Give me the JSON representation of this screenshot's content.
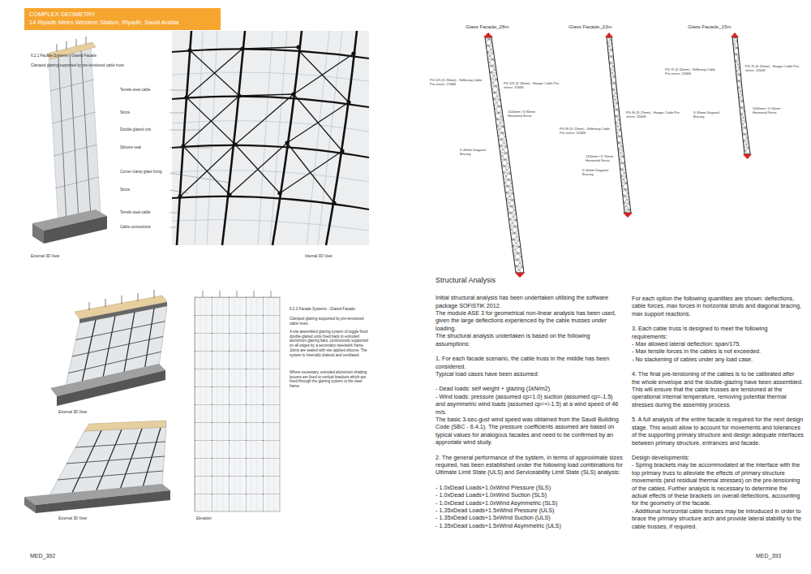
{
  "diagram": {
    "nodes": [
      {
        "text": [
          "COMPLEX GEOMETRY",
          "14 Riyadh Metro Western Station, Riyadh, Saudi Arabia"
        ]
      }
    ],
    "labels": [
      "6.2.1 Facade Systems - Glazed Facade",
      "Clamped glazing supported by pre-tensioned cable truss",
      "Tensile steel cable",
      "Struts",
      "Double glazed unit",
      "Silicone seal",
      "Corner clamp glass fixing",
      "Struts",
      "Tensile steel cable",
      "Cable connections",
      "External 3D View",
      "Internal 3D View",
      "6.2.2 Facade Systems - Glazed Facade",
      "Clamped glazing supported by pre-tensioned cable truss.",
      "A site assembled glazing system of toggle fixed double glazed units fixed back to extruded aluminium glazing bars, continuously supported on all edges by a secondary steelwork frame. Joints are sealed with site applied silicone. The system is internally drained and ventilated.",
      "Where necessary, extruded aluminium shading louvers are fixed to vertical brackets which are fixed through the glazing system to the steel frame.",
      "External 3D View",
      "External 3D View",
      "Elevation",
      "Glass Facade_28m",
      "Glass Facade_23m",
      "Glass Facade_15m",
      "PG 125 (D 26mm) - Stiffening Cable Pre-stress: 274kN",
      "PG 125 (D 26mm) - Hanger Cable Pre-stress: 274kN",
      "1500mm / D 80mm Horizontal Struts",
      "D 40mm Diagonal Bracing",
      "PG 90 (D 22mm) - Hanger Cable Pre-stress: 220kN",
      "PG 90 (D 22mm) - Stiffening Cable Pre-stress: 220kN",
      "1200mm / D 70mm Horizontal Struts",
      "D 40mm Diagonal Bracing",
      "PG 75 (D 20mm) - Stiffening Cable Pre-stress: 120kN",
      "PG 75 (D 20mm) - Hanger Cable Pre-stress: 120kN",
      "D 30mm Diagonal Bracing",
      "1000mm / D 50mm Horizontal Struts",
      "Structural Analysis",
      "Initial structural analysis has been undertaken utilising the software package SOFiSTiK 2012.",
      "The module ASE 3 for geometrical non-linear analysis has been used, given the large deflections experienced by the cable trusses under loading.",
      "The structural analysis undertaken is based on the following assumptions:",
      "1. For each facade scenario, the cable truss in the middle has been considered.",
      "Typical load cases have been assumed:",
      "- Dead loads: self weight + glazing (1kN/m2)",
      "- Wind loads: pressure (assumed cp=1.0) suction (assumed cp=-1.5) and asymmetric wind loads (assumed cp=+/-1.5) at a wind speed of 46 m/s.",
      "The basic 3-sec-gust wind speed was obtained from the Saudi Building Code (SBC - 6.4.1). The pressure coefficients assumed are based on typical values for analogous facades and need to be confirmed by an approriate wind study.",
      "2. The general performance of the system, in terms of approximate sizes required, has been established under the following load combinations for Ultimate Limit State (ULS) and Serviceability Limit State (SLS) analysis:",
      "- 1.0xDead Loads+1.0xWind Pressure (SLS)",
      "- 1.0xDead Loads+1.0xWind Suction (SLS)",
      "- 1.0xDead Loads+1.0xWind Asymmetric (SLS)",
      "- 1.35xDead Loads+1.5xWind Pressure (ULS)",
      "- 1.35xDead Loads+1.5xWind Suction (ULS)",
      "- 1.35xDead Loads+1.5xWind Asymmetric (ULS)",
      "For each option the following quantities are shown: deflections, cable forces, max forces in horizontal struts and diagonal bracing, max support reactions.",
      "3. Each cable truss is designed to meet the following requirements:",
      "- Max allowed lateral deflection: span/175.",
      "- Max tensile forces in the cables is not exceeded.",
      "- No slackening of cables under any load case.",
      "4. The final pre-tensioning of the cables is to be calibrated after the whole envelope and the double-glazing have been assembled. This will ensure that the cable trusses are tensioned at the operational internal temperature, removing potential thermal stresses during the assembly process.",
      "5. A full analysis of the entire facade is required for the next design stage. This would allow to account for movements and tolerances of the supporting primary structure and design adequate interfaces between primary structure, entrances and facade.",
      "Design developments:",
      "- Spring brackets may be accommodated at the interface with the top primary truss to alleviate the effects of primary structure movements (and residual thermal stresses) on the pre-tensioning of the cables. Further analysis is necessary to determine the actual effects of these brackets on overall deflections, accounting for the geometry of the facade.",
      "- Additional horizontal cable trusses may be introduced in order to brace the primary structure arch and provide lateral stability to the cable trusses, if required.",
      "MED_392",
      "MED_393"
    ]
  }
}
